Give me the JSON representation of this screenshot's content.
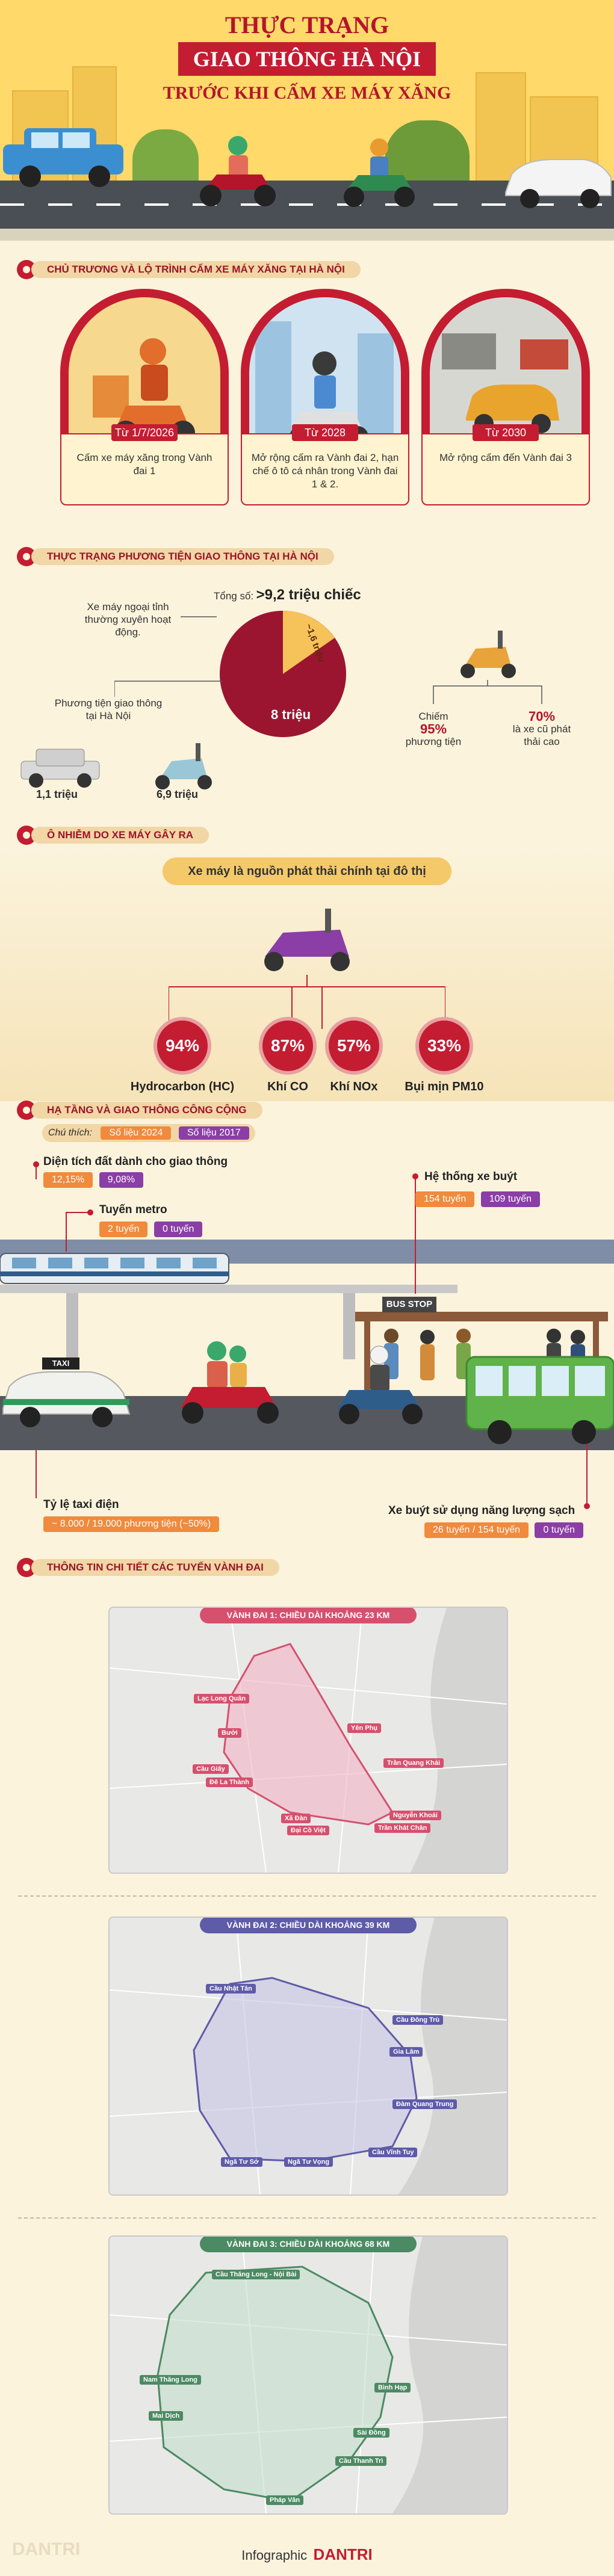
{
  "hero": {
    "title_line1": "THỰC TRẠNG",
    "title_line2": "GIAO THÔNG HÀ NỘI",
    "title_line3": "TRƯỚC KHI CẤM XE MÁY XĂNG"
  },
  "section1": {
    "title": "CHỦ TRƯƠNG VÀ LỘ TRÌNH CẤM XE MÁY XĂNG TẠI HÀ NỘI",
    "cards": [
      {
        "tag": "Từ 1/7/2026",
        "text": "Cấm xe máy xăng trong Vành đai 1"
      },
      {
        "tag": "Từ 2028",
        "text": "Mở rộng cấm ra Vành đai 2, hạn chế ô tô cá nhân trong Vành đai 1 & 2."
      },
      {
        "tag": "Từ 2030",
        "text": "Mở rộng cấm đến Vành đai 3"
      }
    ]
  },
  "section2": {
    "title": "THỰC TRẠNG PHƯƠNG TIỆN GIAO THÔNG TẠI HÀ NỘI",
    "total_label": "Tổng số:",
    "total_value": ">9,2 triệu chiếc",
    "outside_label": "Xe máy ngoại tỉnh thường xuyên hoạt động.",
    "outside_value": "~1,6 triệu",
    "local_value": "8 triệu",
    "local_label": "Phương tiện giao thông tại Hà Nội",
    "cars_value": "1,1 triệu",
    "bikes_value": "6,9 triệu",
    "stat1_prefix": "Chiếm",
    "stat1_value": "95%",
    "stat1_suffix": "phương tiện",
    "stat2_value": "70%",
    "stat2_suffix": "là xe cũ phát thải cao"
  },
  "section3": {
    "title": "Ô NHIỄM DO XE MÁY GÂY RA",
    "banner": "Xe máy là nguồn phát thải chính tại đô thị",
    "items": [
      {
        "value": "94%",
        "label": "Hydrocarbon (HC)"
      },
      {
        "value": "87%",
        "label": "Khí CO"
      },
      {
        "value": "57%",
        "label": "Khí NOx"
      },
      {
        "value": "33%",
        "label": "Bụi mịn PM10"
      }
    ]
  },
  "section4": {
    "title": "HẠ TẦNG VÀ GIAO THÔNG CÔNG CỘNG",
    "legend_label": "Chú thích:",
    "legend_2024": "Số liệu 2024",
    "legend_2017": "Số liệu 2017",
    "land_label": "Diện tích đất dành cho giao thông",
    "land_2024": "12,15%",
    "land_2017": "9,08%",
    "metro_label": "Tuyến metro",
    "metro_2024": "2 tuyến",
    "metro_2017": "0 tuyến",
    "bus_label": "Hệ thống xe buýt",
    "bus_2024": "154 tuyến",
    "bus_2017": "109 tuyến",
    "bus_stop_sign": "BUS STOP",
    "taxi_sign": "TAXI",
    "taxi_label": "Tỷ lệ taxi điện",
    "taxi_2024": "~ 8.000 / 19.000 phương tiện (~50%)",
    "clean_bus_label": "Xe buýt sử dụng năng lượng sạch",
    "clean_bus_2024": "26 tuyến / 154 tuyến",
    "clean_bus_2017": "0 tuyến"
  },
  "section5": {
    "title": "THÔNG TIN CHI TIẾT CÁC TUYẾN VÀNH ĐAI",
    "ring1": {
      "title": "VÀNH ĐAI 1: CHIỀU DÀI KHOẢNG 23 KM",
      "color": "#d6506e",
      "points": [
        "Lạc Long Quân",
        "Bưởi",
        "Cầu Giấy",
        "Đê La Thành",
        "Yên Phụ",
        "Trần Quang Khải",
        "Nguyễn Khoái",
        "Trần Khát Chân",
        "Đại Cồ Việt",
        "Xã Đàn"
      ]
    },
    "ring2": {
      "title": "VÀNH ĐAI 2: CHIỀU DÀI KHOẢNG 39 KM",
      "color": "#5e5ba8",
      "points": [
        "Cầu Nhật Tân",
        "Cầu Đông Trù",
        "Gia Lâm",
        "Đàm Quang Trung",
        "Cầu Vĩnh Tuy",
        "Ngã Tư Vọng",
        "Ngã Tư Sở"
      ]
    },
    "ring3": {
      "title": "VÀNH ĐAI 3: CHIỀU DÀI KHOẢNG 68 KM",
      "color": "#4c8a63",
      "points": [
        "Cầu Thăng Long - Nội Bài",
        "Nam Thăng Long",
        "Mai Dịch",
        "Bình Hạp",
        "Sài Đồng",
        "Cầu Thanh Trì",
        "Pháp Vân"
      ]
    }
  },
  "footer": {
    "infographic": "Infographic",
    "brand": "DANTRI",
    "watermark": "DANTRI"
  }
}
